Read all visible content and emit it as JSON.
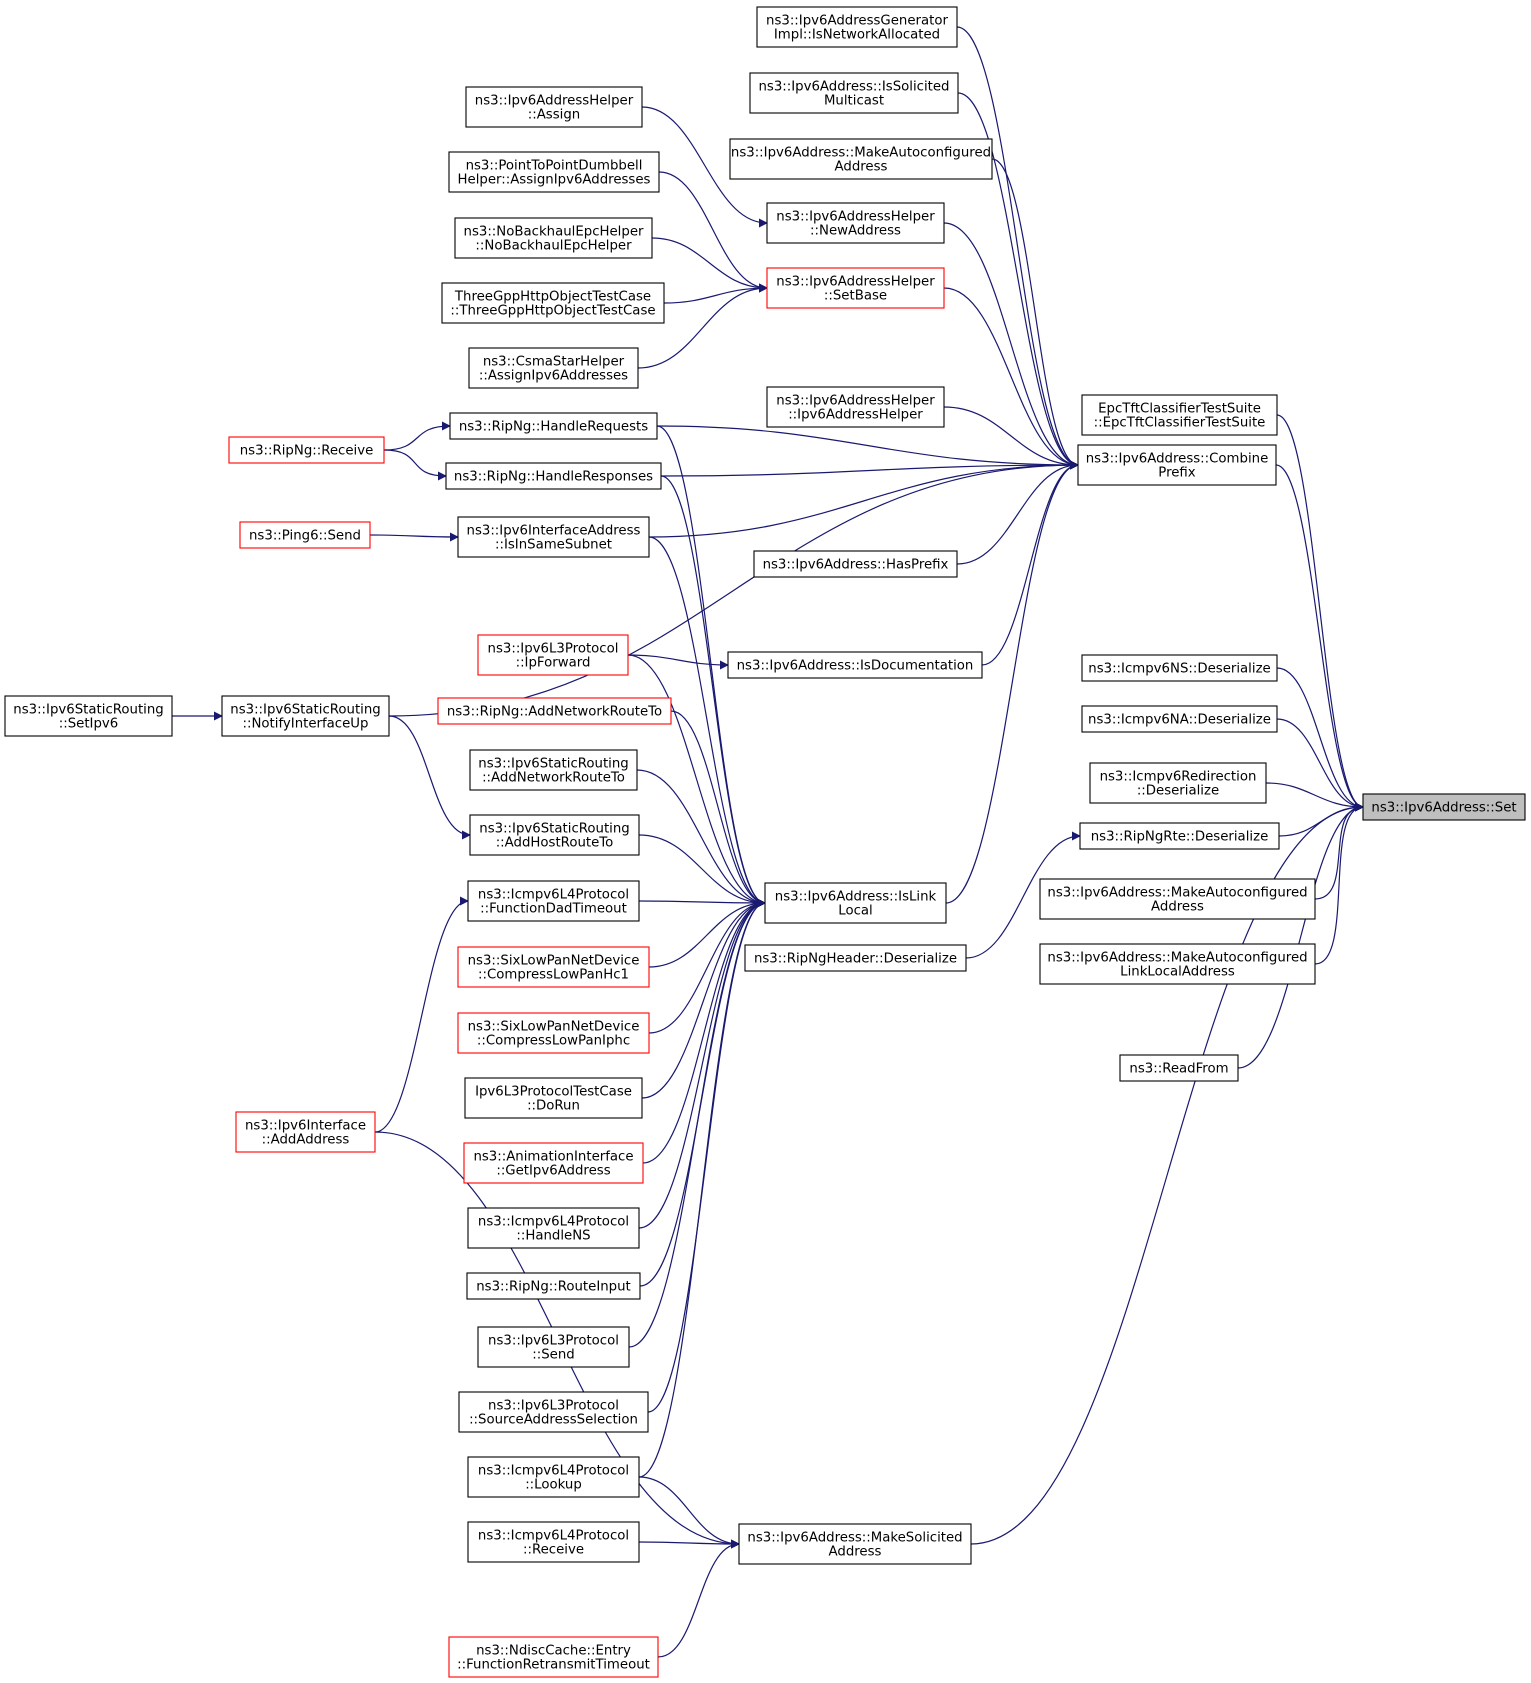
{
  "nodes": [
    {
      "id": "set",
      "lines": [
        "ns3::Ipv6Address::Set"
      ],
      "style": "highlight"
    },
    {
      "id": "combine",
      "lines": [
        "ns3::Ipv6Address::Combine",
        "Prefix"
      ],
      "style": "normal"
    },
    {
      "id": "epctft",
      "lines": [
        "EpcTftClassifierTestSuite",
        "::EpcTftClassifierTestSuite"
      ],
      "style": "normal"
    },
    {
      "id": "icmpns",
      "lines": [
        "ns3::Icmpv6NS::Deserialize"
      ],
      "style": "normal"
    },
    {
      "id": "icmpna",
      "lines": [
        "ns3::Icmpv6NA::Deserialize"
      ],
      "style": "normal"
    },
    {
      "id": "icmpredir",
      "lines": [
        "ns3::Icmpv6Redirection",
        "::Deserialize"
      ],
      "style": "normal"
    },
    {
      "id": "ripngrte",
      "lines": [
        "ns3::RipNgRte::Deserialize"
      ],
      "style": "normal"
    },
    {
      "id": "makeautoaddr2",
      "lines": [
        "ns3::Ipv6Address::MakeAutoconfigured",
        "Address"
      ],
      "style": "normal"
    },
    {
      "id": "makeautoll",
      "lines": [
        "ns3::Ipv6Address::MakeAutoconfigured",
        "LinkLocalAddress"
      ],
      "style": "normal"
    },
    {
      "id": "readfrom",
      "lines": [
        "ns3::ReadFrom"
      ],
      "style": "normal"
    },
    {
      "id": "genimpl",
      "lines": [
        "ns3::Ipv6AddressGenerator",
        "Impl::IsNetworkAllocated"
      ],
      "style": "normal"
    },
    {
      "id": "issolicited",
      "lines": [
        "ns3::Ipv6Address::IsSolicited",
        "Multicast"
      ],
      "style": "normal"
    },
    {
      "id": "makeautoaddr1",
      "lines": [
        "ns3::Ipv6Address::MakeAutoconfigured",
        "Address"
      ],
      "style": "normal"
    },
    {
      "id": "newaddress",
      "lines": [
        "ns3::Ipv6AddressHelper",
        "::NewAddress"
      ],
      "style": "normal"
    },
    {
      "id": "setbase",
      "lines": [
        "ns3::Ipv6AddressHelper",
        "::SetBase"
      ],
      "style": "red"
    },
    {
      "id": "addrhelperctor",
      "lines": [
        "ns3::Ipv6AddressHelper",
        "::Ipv6AddressHelper"
      ],
      "style": "normal"
    },
    {
      "id": "hasprefix",
      "lines": [
        "ns3::Ipv6Address::HasPrefix"
      ],
      "style": "normal"
    },
    {
      "id": "isdoc",
      "lines": [
        "ns3::Ipv6Address::IsDocumentation"
      ],
      "style": "normal"
    },
    {
      "id": "islinklocal",
      "lines": [
        "ns3::Ipv6Address::IsLink",
        "Local"
      ],
      "style": "normal"
    },
    {
      "id": "ripngheader",
      "lines": [
        "ns3::RipNgHeader::Deserialize"
      ],
      "style": "normal"
    },
    {
      "id": "makesolicited",
      "lines": [
        "ns3::Ipv6Address::MakeSolicited",
        "Address"
      ],
      "style": "normal"
    },
    {
      "id": "assign",
      "lines": [
        "ns3::Ipv6AddressHelper",
        "::Assign"
      ],
      "style": "normal"
    },
    {
      "id": "dumbbell",
      "lines": [
        "ns3::PointToPointDumbbell",
        "Helper::AssignIpv6Addresses"
      ],
      "style": "normal"
    },
    {
      "id": "nobackhaul",
      "lines": [
        "ns3::NoBackhaulEpcHelper",
        "::NoBackhaulEpcHelper"
      ],
      "style": "normal"
    },
    {
      "id": "threegpp",
      "lines": [
        "ThreeGppHttpObjectTestCase",
        "::ThreeGppHttpObjectTestCase"
      ],
      "style": "normal"
    },
    {
      "id": "csmastar",
      "lines": [
        "ns3::CsmaStarHelper",
        "::AssignIpv6Addresses"
      ],
      "style": "normal"
    },
    {
      "id": "handlereq",
      "lines": [
        "ns3::RipNg::HandleRequests"
      ],
      "style": "normal"
    },
    {
      "id": "handleresp",
      "lines": [
        "ns3::RipNg::HandleResponses"
      ],
      "style": "normal"
    },
    {
      "id": "isinsamesubnet",
      "lines": [
        "ns3::Ipv6InterfaceAddress",
        "::IsInSameSubnet"
      ],
      "style": "normal"
    },
    {
      "id": "ipforward",
      "lines": [
        "ns3::Ipv6L3Protocol",
        "::IpForward"
      ],
      "style": "red"
    },
    {
      "id": "ripngaddnet",
      "lines": [
        "ns3::RipNg::AddNetworkRouteTo"
      ],
      "style": "red"
    },
    {
      "id": "staticaddnet",
      "lines": [
        "ns3::Ipv6StaticRouting",
        "::AddNetworkRouteTo"
      ],
      "style": "normal"
    },
    {
      "id": "staticaddhost",
      "lines": [
        "ns3::Ipv6StaticRouting",
        "::AddHostRouteTo"
      ],
      "style": "normal"
    },
    {
      "id": "notifyup",
      "lines": [
        "ns3::Ipv6StaticRouting",
        "::NotifyInterfaceUp"
      ],
      "style": "normal"
    },
    {
      "id": "setipv6",
      "lines": [
        "ns3::Ipv6StaticRouting",
        "::SetIpv6"
      ],
      "style": "normal"
    },
    {
      "id": "ripngreceive",
      "lines": [
        "ns3::RipNg::Receive"
      ],
      "style": "red"
    },
    {
      "id": "ping6send",
      "lines": [
        "ns3::Ping6::Send"
      ],
      "style": "red"
    },
    {
      "id": "dadtimeout",
      "lines": [
        "ns3::Icmpv6L4Protocol",
        "::FunctionDadTimeout"
      ],
      "style": "normal"
    },
    {
      "id": "hc1",
      "lines": [
        "ns3::SixLowPanNetDevice",
        "::CompressLowPanHc1"
      ],
      "style": "red"
    },
    {
      "id": "iphc",
      "lines": [
        "ns3::SixLowPanNetDevice",
        "::CompressLowPanIphc"
      ],
      "style": "red"
    },
    {
      "id": "l3testrun",
      "lines": [
        "Ipv6L3ProtocolTestCase",
        "::DoRun"
      ],
      "style": "normal"
    },
    {
      "id": "animgetipv6",
      "lines": [
        "ns3::AnimationInterface",
        "::GetIpv6Address"
      ],
      "style": "red"
    },
    {
      "id": "handlens",
      "lines": [
        "ns3::Icmpv6L4Protocol",
        "::HandleNS"
      ],
      "style": "normal"
    },
    {
      "id": "routeinput",
      "lines": [
        "ns3::RipNg::RouteInput"
      ],
      "style": "normal"
    },
    {
      "id": "l3send",
      "lines": [
        "ns3::Ipv6L3Protocol",
        "::Send"
      ],
      "style": "normal"
    },
    {
      "id": "srcaddrsel",
      "lines": [
        "ns3::Ipv6L3Protocol",
        "::SourceAddressSelection"
      ],
      "style": "normal"
    },
    {
      "id": "lookup",
      "lines": [
        "ns3::Icmpv6L4Protocol",
        "::Lookup"
      ],
      "style": "normal"
    },
    {
      "id": "icmpreceive",
      "lines": [
        "ns3::Icmpv6L4Protocol",
        "::Receive"
      ],
      "style": "normal"
    },
    {
      "id": "ifaceaddaddr",
      "lines": [
        "ns3::Ipv6Interface",
        "::AddAddress"
      ],
      "style": "red"
    },
    {
      "id": "ndisc",
      "lines": [
        "ns3::NdiscCache::Entry",
        "::FunctionRetransmitTimeout"
      ],
      "style": "red"
    }
  ],
  "edges": [
    [
      "combine",
      "set"
    ],
    [
      "epctft",
      "set"
    ],
    [
      "icmpns",
      "set"
    ],
    [
      "icmpna",
      "set"
    ],
    [
      "icmpredir",
      "set"
    ],
    [
      "ripngrte",
      "set"
    ],
    [
      "makeautoaddr2",
      "set"
    ],
    [
      "makeautoll",
      "set"
    ],
    [
      "readfrom",
      "set"
    ],
    [
      "makesolicited",
      "set"
    ],
    [
      "genimpl",
      "combine"
    ],
    [
      "issolicited",
      "combine"
    ],
    [
      "makeautoaddr1",
      "combine"
    ],
    [
      "newaddress",
      "combine"
    ],
    [
      "setbase",
      "combine"
    ],
    [
      "addrhelperctor",
      "combine"
    ],
    [
      "handlereq",
      "combine"
    ],
    [
      "handleresp",
      "combine"
    ],
    [
      "isinsamesubnet",
      "combine"
    ],
    [
      "hasprefix",
      "combine"
    ],
    [
      "isdoc",
      "combine"
    ],
    [
      "notifyup",
      "combine"
    ],
    [
      "islinklocal",
      "combine"
    ],
    [
      "ripngheader",
      "ripngrte"
    ],
    [
      "assign",
      "newaddress"
    ],
    [
      "dumbbell",
      "setbase"
    ],
    [
      "nobackhaul",
      "setbase"
    ],
    [
      "threegpp",
      "setbase"
    ],
    [
      "csmastar",
      "setbase"
    ],
    [
      "ripngreceive",
      "handlereq"
    ],
    [
      "ripngreceive",
      "handleresp"
    ],
    [
      "ping6send",
      "isinsamesubnet"
    ],
    [
      "ipforward",
      "isdoc"
    ],
    [
      "setipv6",
      "notifyup"
    ],
    [
      "notifyup",
      "staticaddhost"
    ],
    [
      "ifaceaddaddr",
      "dadtimeout"
    ],
    [
      "handlereq",
      "islinklocal"
    ],
    [
      "handleresp",
      "islinklocal"
    ],
    [
      "isinsamesubnet",
      "islinklocal"
    ],
    [
      "ipforward",
      "islinklocal"
    ],
    [
      "ripngaddnet",
      "islinklocal"
    ],
    [
      "staticaddnet",
      "islinklocal"
    ],
    [
      "staticaddhost",
      "islinklocal"
    ],
    [
      "dadtimeout",
      "islinklocal"
    ],
    [
      "hc1",
      "islinklocal"
    ],
    [
      "iphc",
      "islinklocal"
    ],
    [
      "l3testrun",
      "islinklocal"
    ],
    [
      "animgetipv6",
      "islinklocal"
    ],
    [
      "handlens",
      "islinklocal"
    ],
    [
      "routeinput",
      "islinklocal"
    ],
    [
      "l3send",
      "islinklocal"
    ],
    [
      "srcaddrsel",
      "islinklocal"
    ],
    [
      "lookup",
      "islinklocal"
    ],
    [
      "lookup",
      "makesolicited"
    ],
    [
      "icmpreceive",
      "makesolicited"
    ],
    [
      "ndisc",
      "makesolicited"
    ],
    [
      "ifaceaddaddr",
      "makesolicited"
    ]
  ],
  "colors": {
    "edge": "#191970",
    "node_border": "#000000",
    "node_border_red": "#ff0000",
    "highlight_fill": "#bfbfbf"
  }
}
